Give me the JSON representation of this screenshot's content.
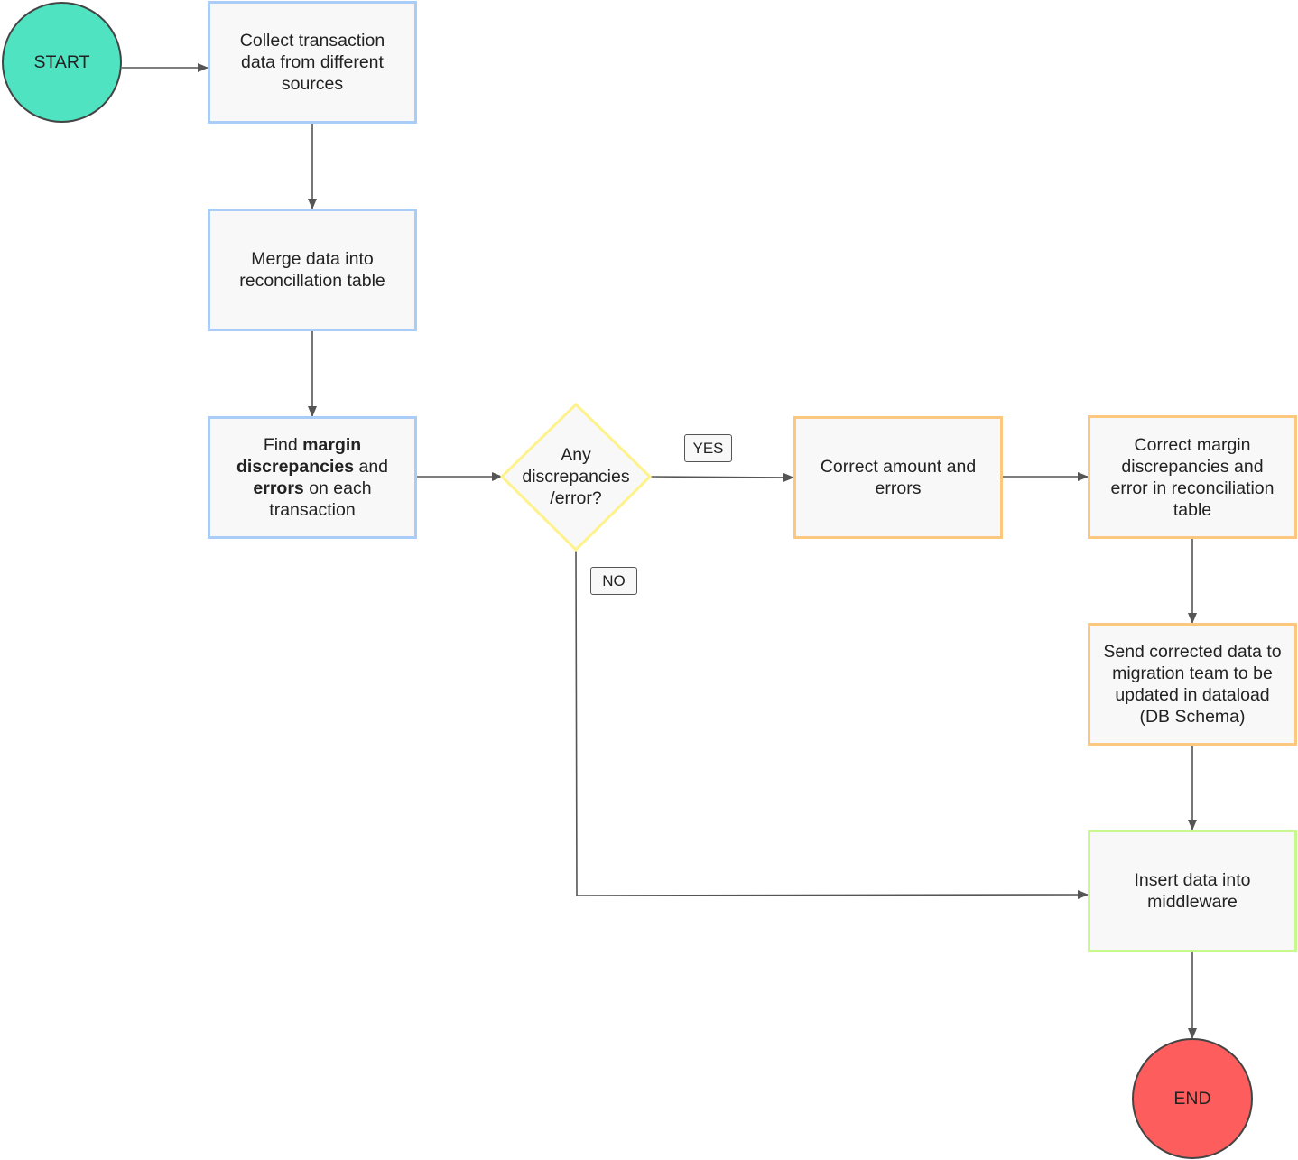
{
  "colors": {
    "start_fill": "#4fe3c1",
    "end_fill": "#fd5d5d",
    "blue_border": "#a9cdf7",
    "orange_border": "#fcc77e",
    "green_border": "#c5f98e",
    "diamond_border": "#fdf28b",
    "node_fill": "#f8f8f8",
    "arrow": "#555555"
  },
  "nodes": {
    "start": "START",
    "collect": "Collect transaction data from different sources",
    "merge": "Merge data into reconcillation table",
    "find_parts": [
      "Find ",
      "margin discrepancies",
      " and ",
      "errors",
      " on each transaction"
    ],
    "decision": "Any discrepancies /error?",
    "correct_amount": "Correct amount and errors",
    "correct_margin": "Correct margin discrepancies and error in reconciliation table",
    "send": "Send corrected data to migration team to be updated in dataload (DB Schema)",
    "insert": "Insert data into middleware",
    "end": "END"
  },
  "edge_labels": {
    "yes": "YES",
    "no": "NO"
  }
}
